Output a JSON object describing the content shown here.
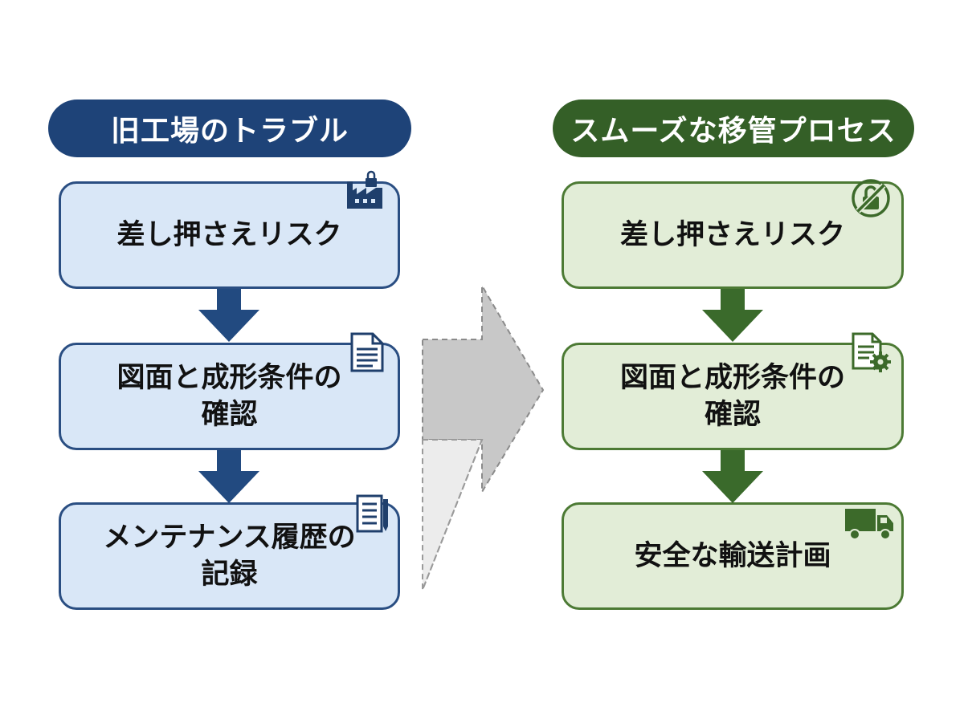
{
  "left": {
    "header": "旧工場のトラブル",
    "steps": [
      {
        "lines": [
          "差し押さえリスク"
        ],
        "icon": "factory-lock-icon"
      },
      {
        "lines": [
          "図面と成形条件の",
          "確認"
        ],
        "icon": "document-icon"
      },
      {
        "lines": [
          "メンテナンス履歴の",
          "記録"
        ],
        "icon": "notebook-icon"
      }
    ]
  },
  "right": {
    "header": "スムーズな移管プロセス",
    "steps": [
      {
        "lines": [
          "差し押さえリスク"
        ],
        "icon": "no-lock-icon"
      },
      {
        "lines": [
          "図面と成形条件の",
          "確認"
        ],
        "icon": "document-gear-icon"
      },
      {
        "lines": [
          "安全な輸送計画"
        ],
        "icon": "truck-icon"
      }
    ]
  },
  "colors": {
    "left_header": "#1e4378",
    "left_box": "#d9e7f7",
    "left_border": "#2a4e82",
    "right_header": "#345f27",
    "right_box": "#e2edd7",
    "right_border": "#4c7a34",
    "transition_arrow": "#c4c4c4"
  }
}
